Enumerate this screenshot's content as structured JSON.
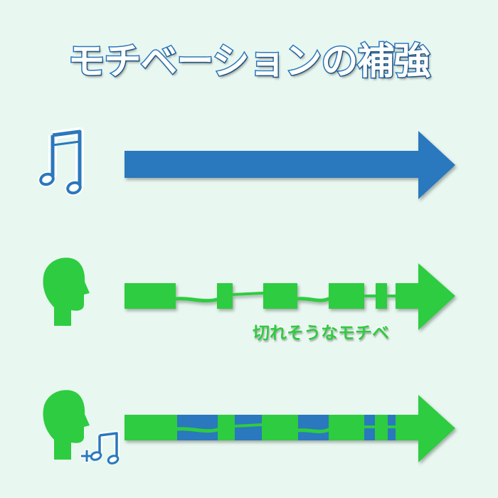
{
  "title": "モチベーションの補強",
  "caption": "切れそうなモチベ",
  "plus_sign": "+",
  "colors": {
    "background": "#e8f7f0",
    "blue": "#2a78bd",
    "green": "#2ecc40",
    "white": "#ffffff"
  },
  "rows": [
    {
      "icon": "music-notes-icon",
      "arrow": "solid-blue"
    },
    {
      "icon": "head-silhouette-icon",
      "arrow": "broken-green"
    },
    {
      "icon": "head-with-music-icon",
      "arrow": "green-with-blue-filling"
    }
  ]
}
